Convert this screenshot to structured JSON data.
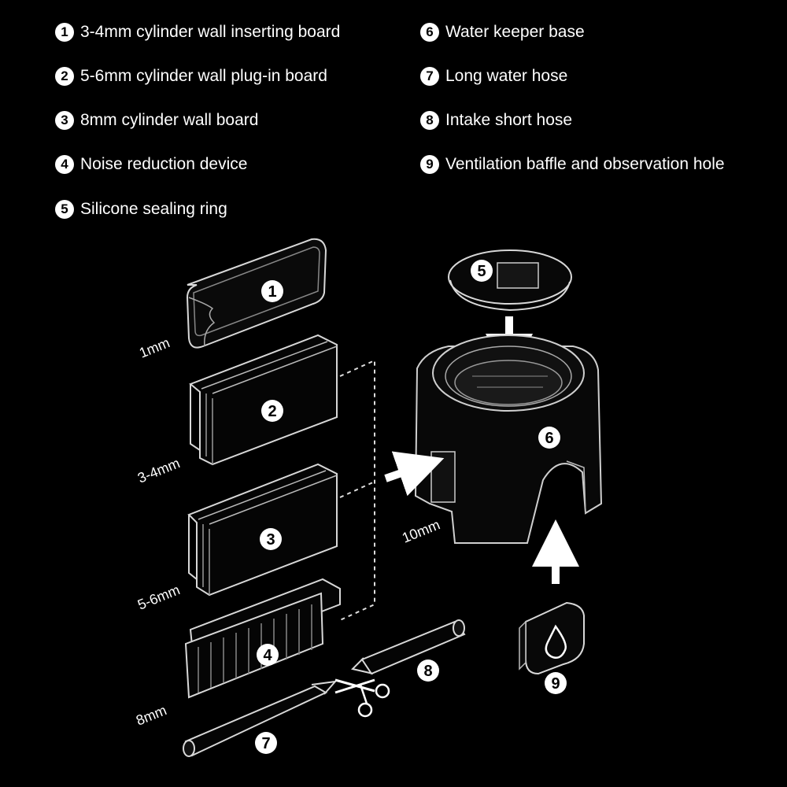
{
  "legend": {
    "items": [
      {
        "num": "1",
        "text": "3-4mm cylinder wall inserting board"
      },
      {
        "num": "2",
        "text": "5-6mm cylinder wall plug-in board"
      },
      {
        "num": "3",
        "text": "8mm cylinder wall board"
      },
      {
        "num": "4",
        "text": "Noise reduction device"
      },
      {
        "num": "5",
        "text": "Silicone sealing ring"
      },
      {
        "num": "6",
        "text": "Water keeper base"
      },
      {
        "num": "7",
        "text": "Long water hose"
      },
      {
        "num": "8",
        "text": "Intake short hose"
      },
      {
        "num": "9",
        "text": "Ventilation baffle and observation hole"
      }
    ]
  },
  "diagram": {
    "badges": {
      "b1": "1",
      "b2": "2",
      "b3": "3",
      "b4": "4",
      "b5": "5",
      "b6": "6",
      "b7": "7",
      "b8": "8",
      "b9": "9"
    },
    "dims": {
      "d1": "1mm",
      "d2": "3-4mm",
      "d3": "5-6mm",
      "d4": "8mm",
      "d5": "10mm"
    }
  }
}
